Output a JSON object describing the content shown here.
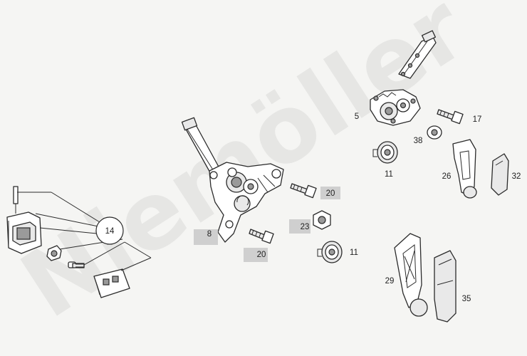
{
  "watermark": "Niemöller",
  "callouts": [
    {
      "id": "5",
      "label": "5",
      "tagged": false
    },
    {
      "id": "17",
      "label": "17",
      "tagged": false
    },
    {
      "id": "38",
      "label": "38",
      "tagged": false
    },
    {
      "id": "11a",
      "label": "11",
      "tagged": false
    },
    {
      "id": "26",
      "label": "26",
      "tagged": false
    },
    {
      "id": "32",
      "label": "32",
      "tagged": false
    },
    {
      "id": "20a",
      "label": "20",
      "tagged": true
    },
    {
      "id": "23",
      "label": "23",
      "tagged": true
    },
    {
      "id": "8",
      "label": "8",
      "tagged": true
    },
    {
      "id": "20b",
      "label": "20",
      "tagged": true
    },
    {
      "id": "11b",
      "label": "11",
      "tagged": false
    },
    {
      "id": "14",
      "label": "14",
      "tagged": false
    },
    {
      "id": "29",
      "label": "29",
      "tagged": false
    },
    {
      "id": "35",
      "label": "35",
      "tagged": false
    }
  ]
}
